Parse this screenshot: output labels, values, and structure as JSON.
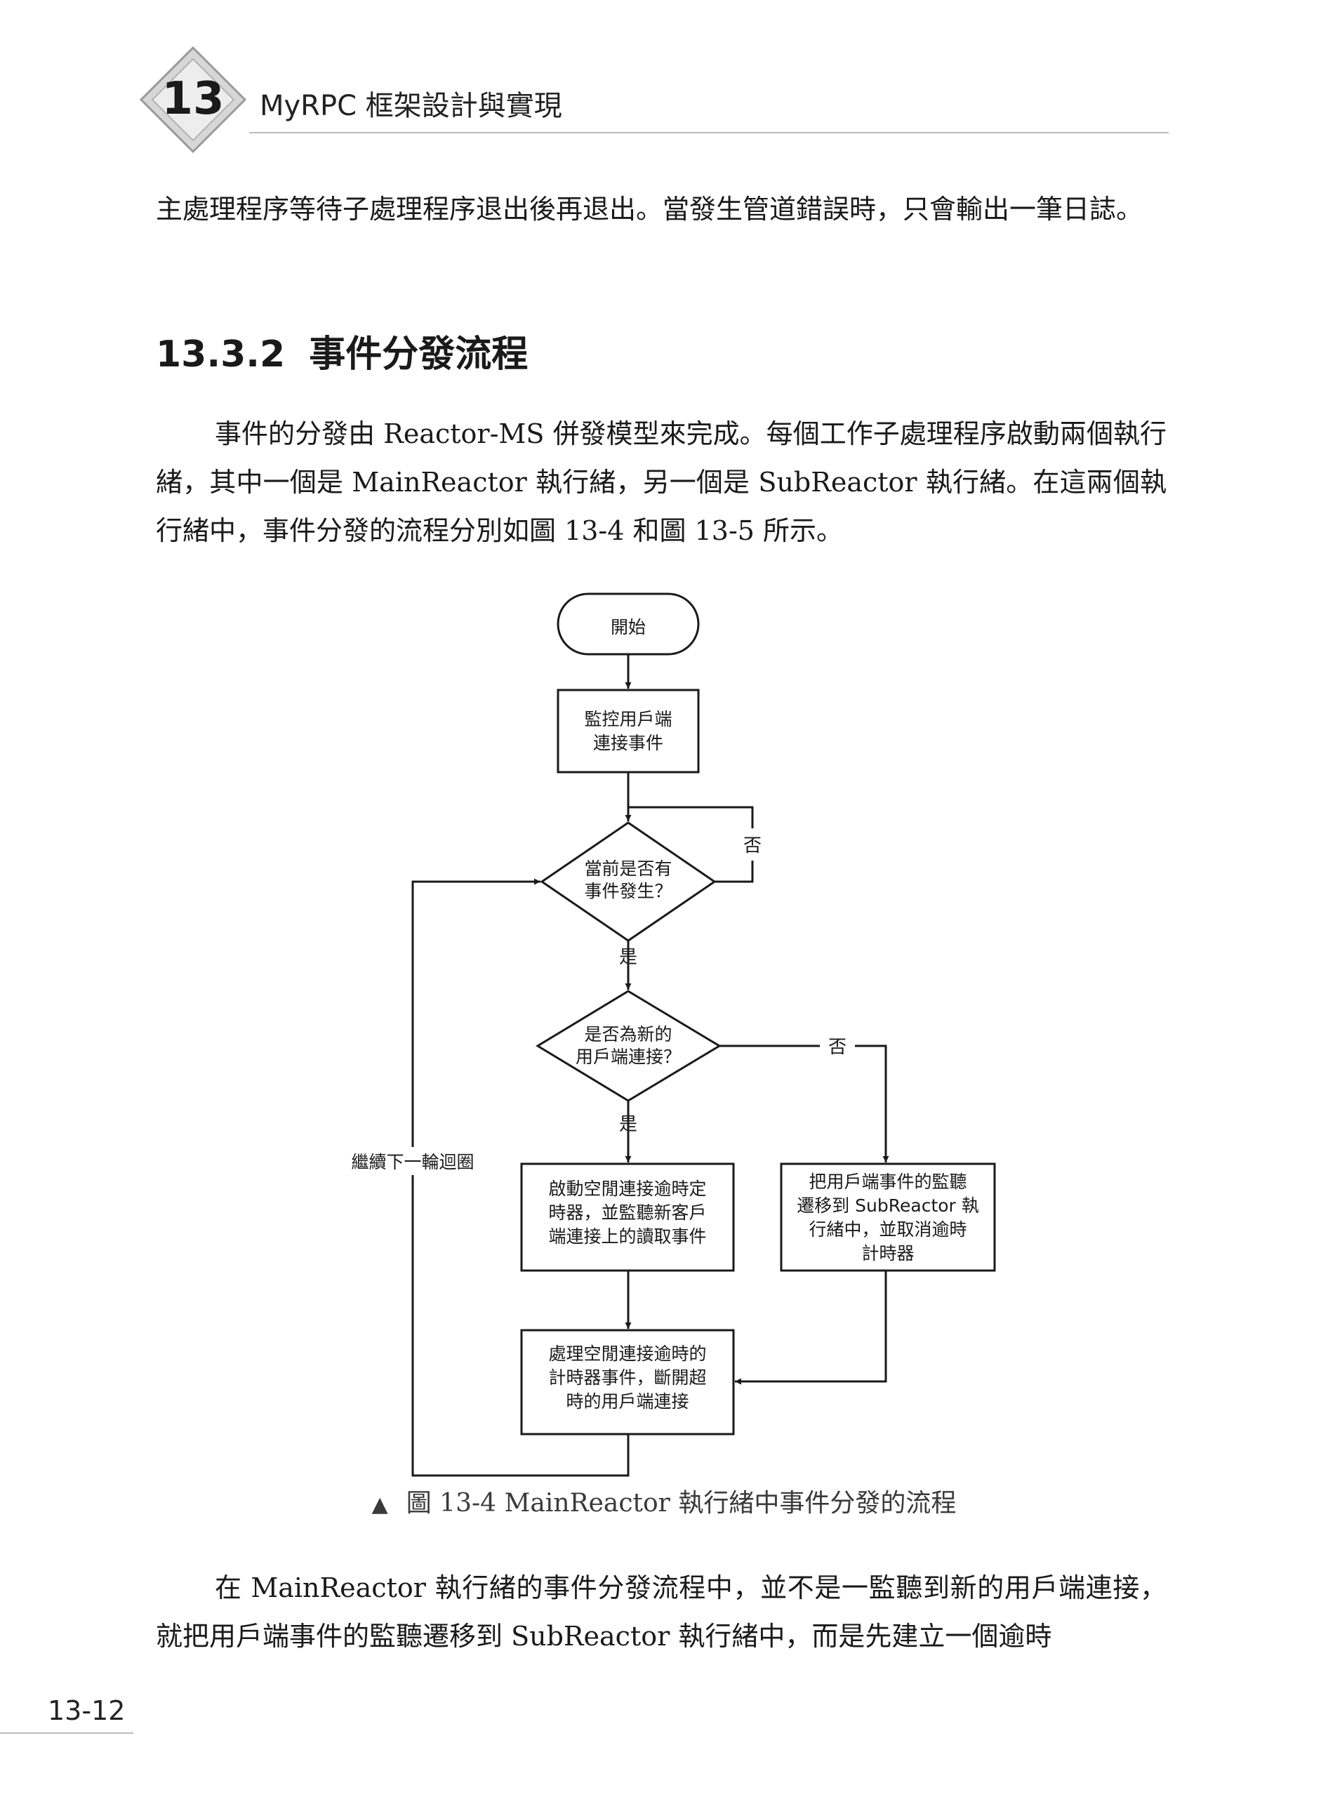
{
  "header": {
    "chapter_number": "13",
    "running_title": "MyRPC 框架設計與實現"
  },
  "paragraphs": {
    "p1": "主處理程序等待子處理程序退出後再退出。當發生管道錯誤時，只會輸出一筆日誌。",
    "p2": "事件的分發由 Reactor-MS 併發模型來完成。每個工作子處理程序啟動兩個執行緒，其中一個是 MainReactor 執行緒，另一個是 SubReactor 執行緒。在這兩個執行緒中，事件分發的流程分別如圖 13-4 和圖 13-5 所示。",
    "p3": "在 MainReactor 執行緒的事件分發流程中，並不是一監聽到新的用戶端連接，就把用戶端事件的監聽遷移到 SubReactor 執行緒中，而是先建立一個逾時"
  },
  "section": {
    "number": "13.3.2",
    "title": "事件分發流程"
  },
  "flowchart": {
    "start": "開始",
    "monitor": [
      "監控用戶端",
      "連接事件"
    ],
    "decision_event": [
      "當前是否有",
      "事件發生？"
    ],
    "decision_new": [
      "是否為新的",
      "用戶端連接？"
    ],
    "start_timer": [
      "啟動空閒連接逾時定",
      "時器，並監聽新客戶",
      "端連接上的讀取事件"
    ],
    "migrate": [
      "把用戶端事件的監聽",
      "遷移到 SubReactor 執",
      "行緒中，並取消逾時",
      "計時器"
    ],
    "handle_timeout": [
      "處理空閒連接逾時的",
      "計時器事件，斷開超",
      "時的用戶端連接"
    ],
    "label_no_1": "否",
    "label_yes_1": "是",
    "label_no_2": "否",
    "label_yes_2": "是",
    "label_loop": "繼續下一輪迴圈"
  },
  "caption": {
    "marker": "▲",
    "text": "圖 13-4  MainReactor 執行緒中事件分發的流程"
  },
  "footer": {
    "page_number": "13-12"
  }
}
